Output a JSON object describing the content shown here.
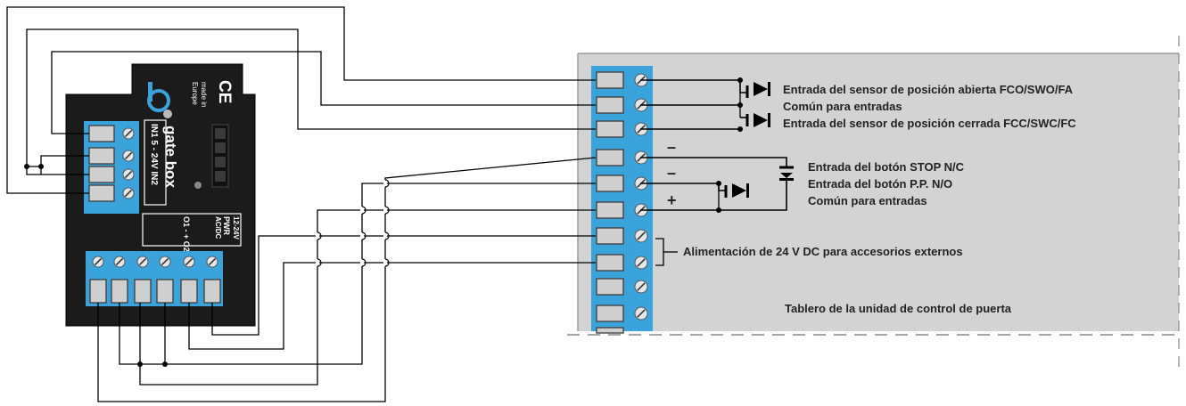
{
  "device": {
    "brand": "gate box",
    "made_in": "made in",
    "made_in_region": "Europe",
    "ce": "CE",
    "in_label": "IN1  5 - 24V  IN2",
    "power_voltage": "12-24V",
    "power_label": "PWR",
    "power_type": "AC/DC",
    "out_label": "O1 - + O2 -  +"
  },
  "panel": {
    "title": "Tablero de la unidad de control de puerta"
  },
  "labels": {
    "fco": "Entrada del sensor de posición abierta FCO/SWO/FA",
    "common1": "Común para entradas",
    "fcc": "Entrada del sensor de posición cerrada FCC/SWC/FC",
    "stop": "Entrada del botón STOP N/C",
    "pp": "Entrada del botón P.P. N/O",
    "common2": "Común para entradas",
    "power": "Alimentación de 24 V DC para accesorios externos"
  },
  "signs": {
    "minus1": "–",
    "minus2": "–",
    "plus": "+"
  },
  "colors": {
    "terminal_blue": "#3aa3dc",
    "device_body": "#1b1b1b",
    "panel_gray": "#d3d3d3"
  }
}
